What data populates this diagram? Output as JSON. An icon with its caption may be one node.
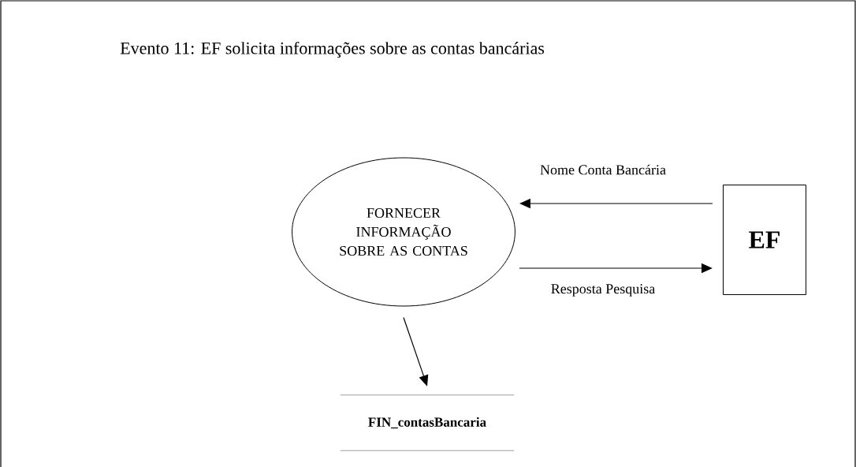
{
  "diagram": {
    "title": "Evento 11: EF solicita informações sobre as contas bancárias",
    "nodes": [
      {
        "text": [
          "FORNECER INFORMAÇÃO SOBRE AS CONTAS"
        ]
      },
      {
        "text": [
          "EF"
        ]
      },
      {
        "text": [
          "FIN_contasBancaria"
        ]
      }
    ],
    "edges": [
      {
        "from": 1,
        "to": 0,
        "arrow": "to",
        "label": "Nome Conta Bancária"
      },
      {
        "from": 0,
        "to": 1,
        "arrow": "to",
        "label": "Resposta Pesquisa"
      },
      {
        "from": 0,
        "to": 2,
        "arrow": "to"
      }
    ]
  }
}
